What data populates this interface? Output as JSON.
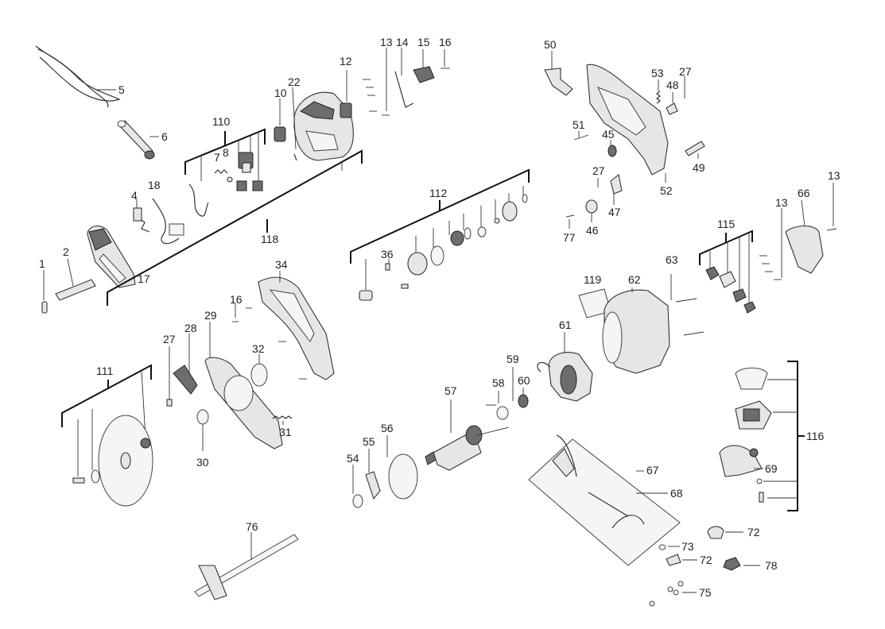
{
  "diagram": {
    "labels": {
      "p1": "1",
      "p2": "2",
      "p4": "4",
      "p5": "5",
      "p6": "6",
      "p7": "7",
      "p8": "8",
      "p10": "10",
      "p12": "12",
      "p13a": "13",
      "p13b": "13",
      "p13c": "13",
      "p14": "14",
      "p15": "15",
      "p16a": "16",
      "p16b": "16",
      "p17": "17",
      "p18": "18",
      "p22": "22",
      "p27a": "27",
      "p27b": "27",
      "p27c": "27",
      "p28": "28",
      "p29": "29",
      "p30": "30",
      "p31": "31",
      "p32": "32",
      "p34": "34",
      "p36": "36",
      "p45": "45",
      "p46": "46",
      "p47": "47",
      "p48": "48",
      "p49": "49",
      "p50": "50",
      "p51": "51",
      "p52": "52",
      "p53": "53",
      "p54": "54",
      "p55": "55",
      "p56": "56",
      "p57": "57",
      "p58": "58",
      "p59": "59",
      "p60": "60",
      "p61": "61",
      "p62": "62",
      "p63": "63",
      "p66": "66",
      "p67": "67",
      "p68": "68",
      "p69": "69",
      "p72a": "72",
      "p72b": "72",
      "p73": "73",
      "p75": "75",
      "p76": "76",
      "p77": "77",
      "p78": "78",
      "p110": "110",
      "p111": "111",
      "p112": "112",
      "p115": "115",
      "p116": "116",
      "p118": "118",
      "p119": "119"
    }
  }
}
